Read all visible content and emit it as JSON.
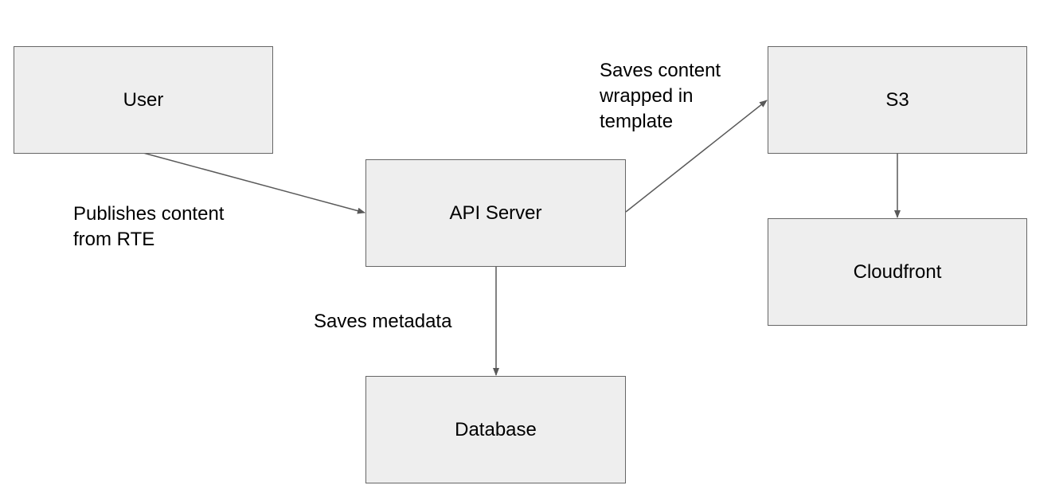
{
  "nodes": {
    "user": "User",
    "api_server": "API Server",
    "s3": "S3",
    "cloudfront": "Cloudfront",
    "database": "Database"
  },
  "edges": {
    "user_to_api": [
      "Publishes content",
      "from RTE"
    ],
    "api_to_s3": [
      "Saves content",
      "wrapped in",
      "template"
    ],
    "api_to_database": [
      "Saves metadata"
    ]
  },
  "colors": {
    "node_fill": "#eeeeee",
    "node_border": "#666666",
    "edge": "#595959",
    "text": "#000000"
  }
}
